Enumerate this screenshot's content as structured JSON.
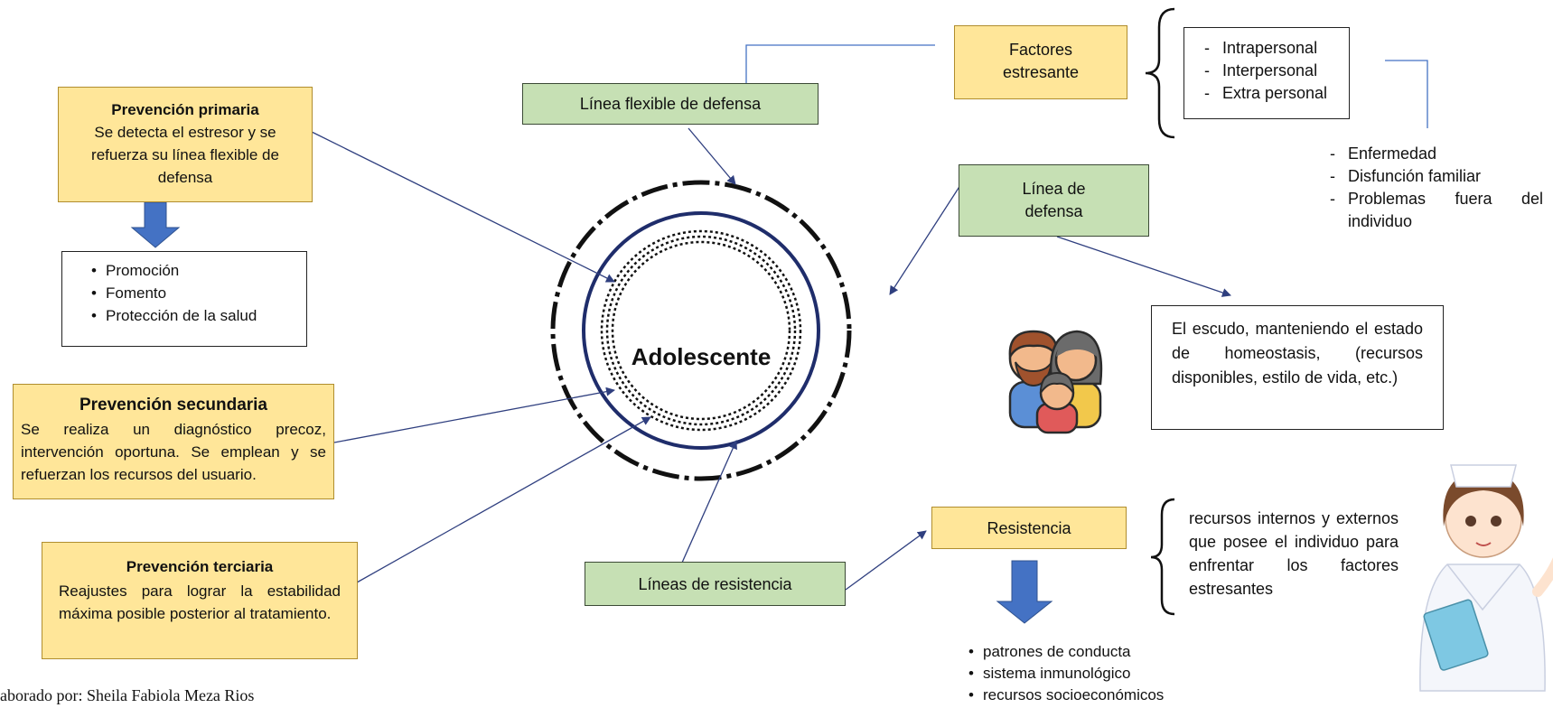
{
  "center_label": "Adolescente",
  "primaria": {
    "title": "Prevención primaria",
    "text": "Se detecta el estresor y se refuerza su línea flexible de defensa",
    "items": [
      "Promoción",
      "Fomento",
      "Protección de la salud"
    ]
  },
  "secundaria": {
    "title": "Prevención secundaria",
    "text": "Se realiza un diagnóstico precoz, intervención oportuna. Se emplean y se refuerzan los recursos del usuario."
  },
  "terciaria": {
    "title": "Prevención terciaria",
    "text": "Reajustes para lograr la estabilidad máxima posible posterior al tratamiento."
  },
  "linea_flexible": "Línea flexible de defensa",
  "factores": "Factores estresante",
  "factores_list": [
    "Intrapersonal",
    "Interpersonal",
    "Extra personal"
  ],
  "extra_list": [
    "Enfermedad",
    "Disfunción familiar",
    "Problemas fuera del individuo"
  ],
  "linea_defensa": "Línea de defensa",
  "escudo": "El escudo, manteniendo el estado de homeostasis, (recursos disponibles, estilo de vida, etc.)",
  "resistencia": "Resistencia",
  "resistencia_desc": "recursos internos y externos que posee el individuo para enfrentar los factores estresantes",
  "lineas_resistencia": "Líneas de resistencia",
  "resistencia_list": [
    "patrones de conducta",
    "sistema inmunológico",
    "recursos socioeconómicos"
  ],
  "credit": "aborado por:  Sheila Fabiola Meza Rios",
  "colors": {
    "yellow": "#ffe699",
    "green": "#c6e0b4",
    "navy": "#1f2d6b",
    "arrow_blue": "#4472c4",
    "connector": "#2f3f7f"
  },
  "icons": [
    "family-icon",
    "nurse-illustration"
  ]
}
